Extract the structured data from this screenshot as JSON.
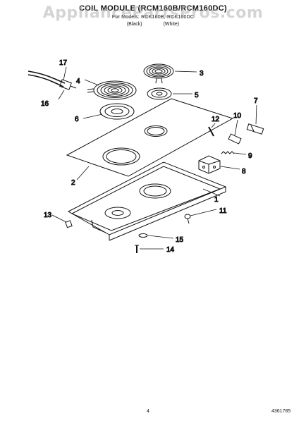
{
  "header": {
    "title": "COIL MODULE (RCM160B/RCM160DC)",
    "subtitle": "For Models: RCK160B, RCK160DC",
    "note_left": "(Black)",
    "note_right": "(White)"
  },
  "watermark": "AppliancePartsPros.com",
  "callouts": [
    "1",
    "2",
    "3",
    "4",
    "5",
    "6",
    "7",
    "8",
    "9",
    "10",
    "11",
    "12",
    "13",
    "14",
    "15",
    "16",
    "17"
  ],
  "footer": {
    "page_number": "4",
    "document_number": "4361785"
  }
}
